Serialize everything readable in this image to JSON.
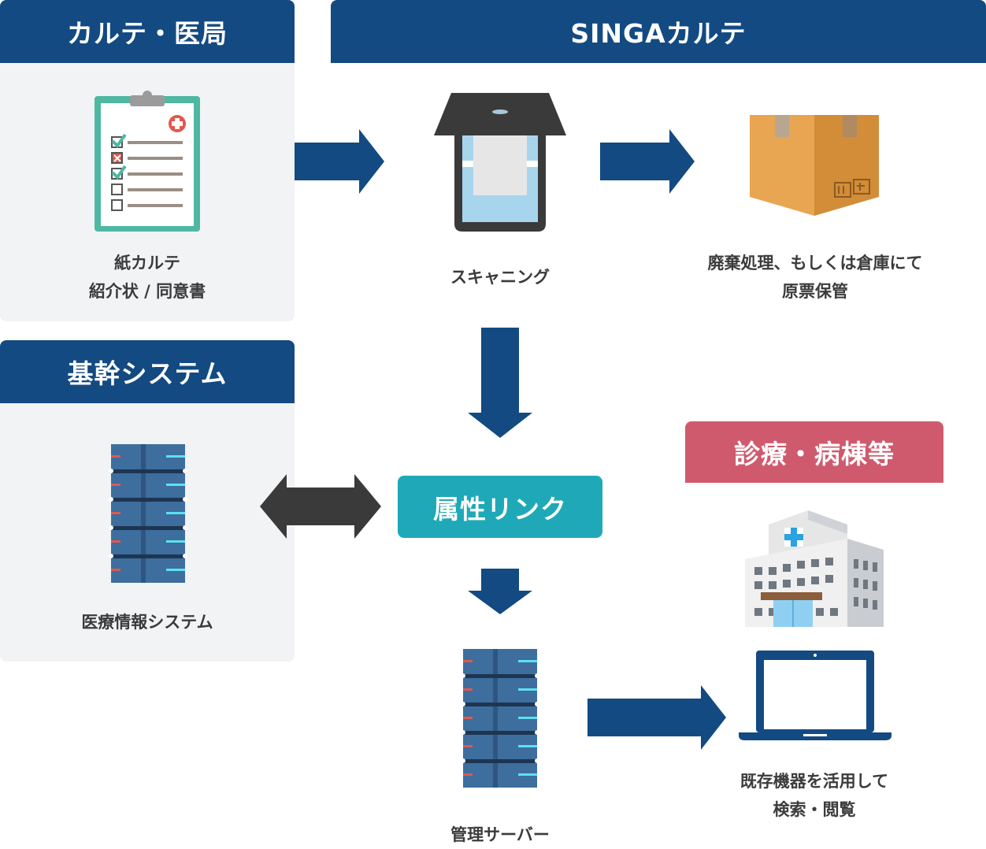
{
  "sections": {
    "karte_ikyoku": {
      "title": "カルテ・医局"
    },
    "singa_karte": {
      "title": "SINGAカルテ"
    },
    "kikan_system": {
      "title": "基幹システム"
    },
    "shinryo": {
      "title": "診療・病棟等"
    }
  },
  "nodes": {
    "paper_karte": {
      "lines": [
        "紙カルテ",
        "紹介状 / 同意書"
      ],
      "icon": "clipboard-icon"
    },
    "scanning": {
      "lines": [
        "スキャニング"
      ],
      "icon": "scanner-icon"
    },
    "disposal": {
      "lines": [
        "廃棄処理、もしくは倉庫にて",
        "原票保管"
      ],
      "icon": "cardboard-box-icon"
    },
    "medical_info": {
      "lines": [
        "医療情報システム"
      ],
      "icon": "server-icon"
    },
    "attribute_link": {
      "label": "属性リンク"
    },
    "management_server": {
      "lines": [
        "管理サーバー"
      ],
      "icon": "server-icon"
    },
    "existing_devices": {
      "lines": [
        "既存機器を活用して",
        "検索・閲覧"
      ],
      "icon": "laptop-icon"
    },
    "hospital": {
      "icon": "hospital-icon"
    }
  },
  "colors": {
    "navy": "#134a82",
    "teal": "#1fa9b8",
    "rose": "#cf5a6e",
    "panel_bg": "#f2f3f5",
    "arrow_dark": "#3a3a3a"
  }
}
